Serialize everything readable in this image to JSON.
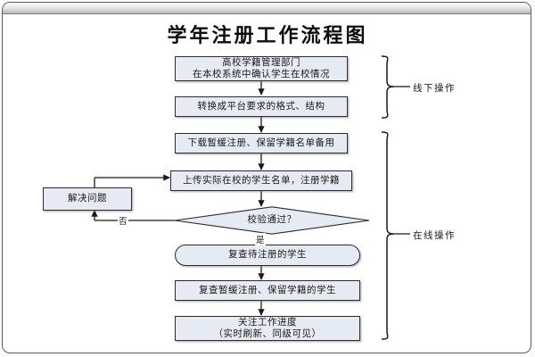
{
  "window": {
    "title_bar_color": "#cfcfcf",
    "border_color": "#5a5a5a"
  },
  "diagram": {
    "title": "学年注册工作流程图",
    "node_fill": "#e6eaf2",
    "node_border": "#2b2b2b",
    "nodes": [
      {
        "id": "n1",
        "shape": "process",
        "line1": "高校学籍管理部门",
        "line2": "在本校系统中确认学生在校情况"
      },
      {
        "id": "n2",
        "shape": "process",
        "line1": "转换成平台要求的格式、结构",
        "line2": ""
      },
      {
        "id": "n3",
        "shape": "process",
        "line1": "下载暂缓注册、保留学籍名单备用",
        "line2": ""
      },
      {
        "id": "n4",
        "shape": "process",
        "line1": "上传实际在校的学生名单，注册学籍",
        "line2": ""
      },
      {
        "id": "n5",
        "shape": "decision",
        "line1": "校验通过？",
        "line2": ""
      },
      {
        "id": "n6",
        "shape": "stadium",
        "line1": "复查待注册的学生",
        "line2": ""
      },
      {
        "id": "n7",
        "shape": "process",
        "line1": "复查暂缓注册、保留学籍的学生",
        "line2": ""
      },
      {
        "id": "n8",
        "shape": "process",
        "line1": "关注工作进度",
        "line2": "（实时刷新、同级可见）"
      },
      {
        "id": "n9",
        "shape": "process",
        "line1": "解决问题",
        "line2": ""
      }
    ],
    "edge_labels": {
      "yes": "是",
      "no": "否"
    },
    "brackets": [
      {
        "id": "b1",
        "label": "线下操作"
      },
      {
        "id": "b2",
        "label": "在线操作"
      }
    ]
  }
}
